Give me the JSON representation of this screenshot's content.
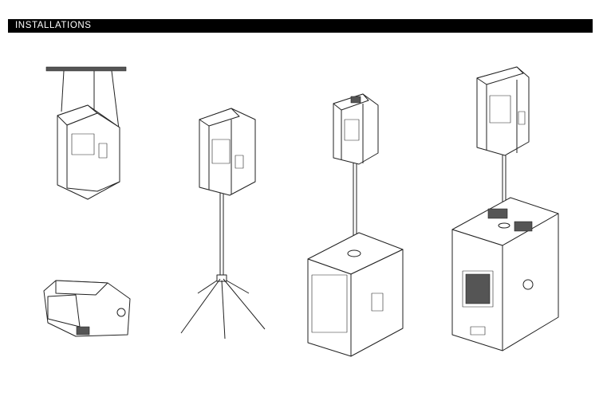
{
  "header": {
    "title": "INSTALLATIONS"
  },
  "illustrations": [
    {
      "id": "ceiling-suspended-speaker"
    },
    {
      "id": "floor-monitor-speaker"
    },
    {
      "id": "tripod-stand-speaker"
    },
    {
      "id": "pole-mounted-on-subwoofer"
    },
    {
      "id": "pole-mounted-on-large-subwoofer"
    }
  ],
  "colors": {
    "header_bg": "#000000",
    "header_text": "#ffffff",
    "line": "#222222"
  }
}
